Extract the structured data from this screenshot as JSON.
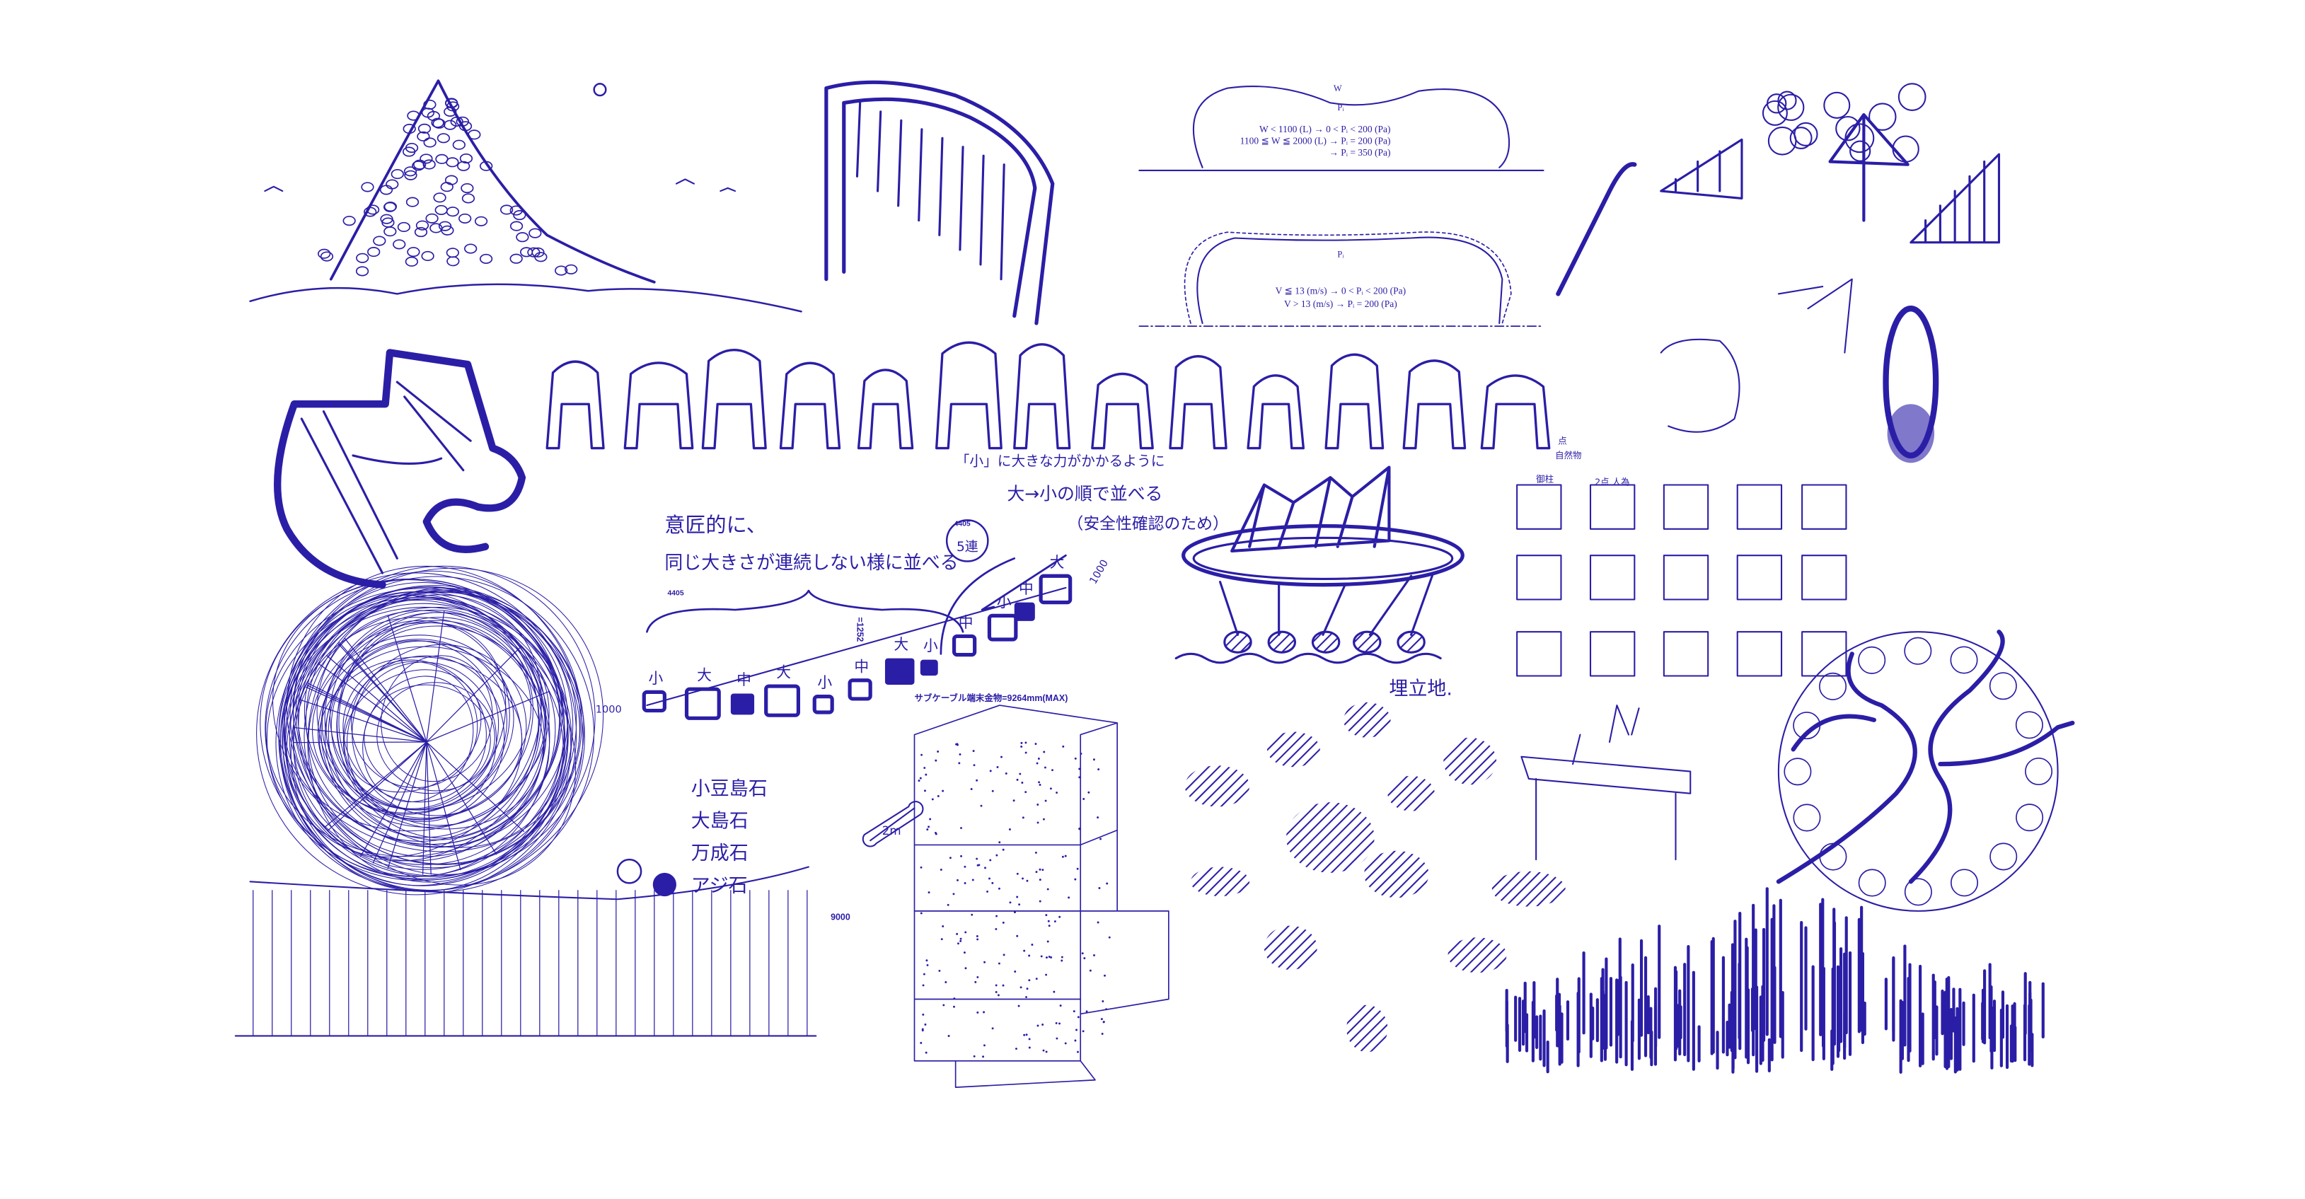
{
  "colors": {
    "ink": "#2b1ea6",
    "background": "#ffffff"
  },
  "formula_top": {
    "label_w": "W",
    "label_p": "Pᵢ",
    "lines": [
      "W < 1100 (L) → 0 < Pᵢ < 200 (Pa)",
      "1100 ≦ W ≦ 2000 (L) → Pᵢ = 200 (Pa)",
      "→ Pᵢ = 350 (Pa)"
    ]
  },
  "formula_bottom": {
    "label_p": "Pᵢ",
    "lines": [
      "V ≦ 13 (m/s) → 0 < Pᵢ < 200 (Pa)",
      "V > 13 (m/s) → Pᵢ = 200 (Pa)"
    ]
  },
  "notes": {
    "force_note": "「小」に大きな力がかかるように",
    "order_note": "大→小の順で並べる",
    "safety_note": "（安全性確認のため）",
    "design_note_1": "意匠的に、",
    "design_note_2": "同じ大きさが連続しない様に並べる",
    "dim_4405_a": "4405",
    "dim_4405_b": "4405",
    "five_chain": "5連",
    "dim_1000_a": "1000",
    "dim_1000_b": "1000",
    "cable_note": "サブケーブル端末金物=9264mm(MAX)",
    "vertical_dim": "=1252",
    "dim_9000": "9000",
    "landfill": "埋立地.",
    "dim_2m": "2m",
    "grid_label_1": "点",
    "grid_label_2": "自然物",
    "grid_label_3": "御柱",
    "grid_label_4": "2点 人為"
  },
  "stone_labels": [
    "小",
    "大",
    "中",
    "大",
    "小",
    "中",
    "大",
    "小",
    "中",
    "小",
    "中",
    "大"
  ],
  "stones": [
    "小豆島石",
    "大島石",
    "万成石",
    "アジ石"
  ]
}
